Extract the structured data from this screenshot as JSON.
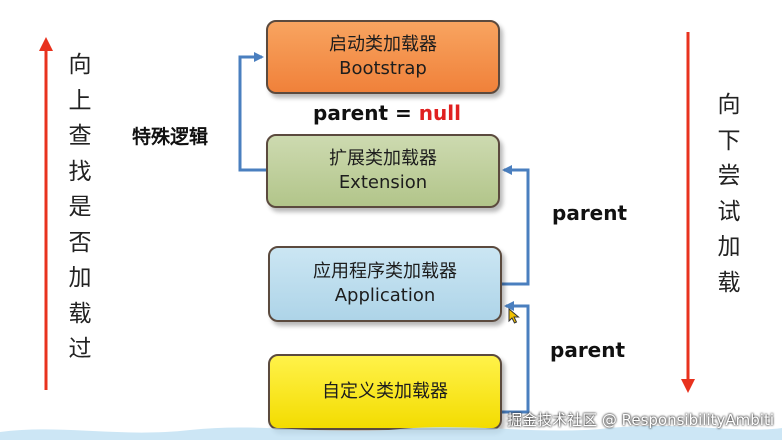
{
  "boxes": {
    "bootstrap": {
      "cn": "启动类加载器",
      "en": "Bootstrap"
    },
    "extension": {
      "cn": "扩展类加载器",
      "en": "Extension"
    },
    "application": {
      "cn": "应用程序类加载器",
      "en": "Application"
    },
    "custom": {
      "cn": "自定义类加载器"
    }
  },
  "labels": {
    "special_logic": "特殊逻辑",
    "parent_null_prefix": "parent = ",
    "parent_null_value": "null",
    "parent_upper": "parent",
    "parent_lower": "parent"
  },
  "side_text": {
    "left": [
      "向",
      "上",
      "查",
      "找",
      "是",
      "否",
      "加",
      "载",
      "过"
    ],
    "right": [
      "向",
      "下",
      "尝",
      "试",
      "加",
      "载"
    ]
  },
  "watermark": "掘金技术社区 @ ResponsibilityAmbiti",
  "colors": {
    "arrow_red": "#e8321e",
    "arrow_blue": "#4a7fbf",
    "bootstrap": "#f08c46",
    "extension": "#bccd97",
    "application": "#b9dcee",
    "custom": "#f8e31a"
  }
}
